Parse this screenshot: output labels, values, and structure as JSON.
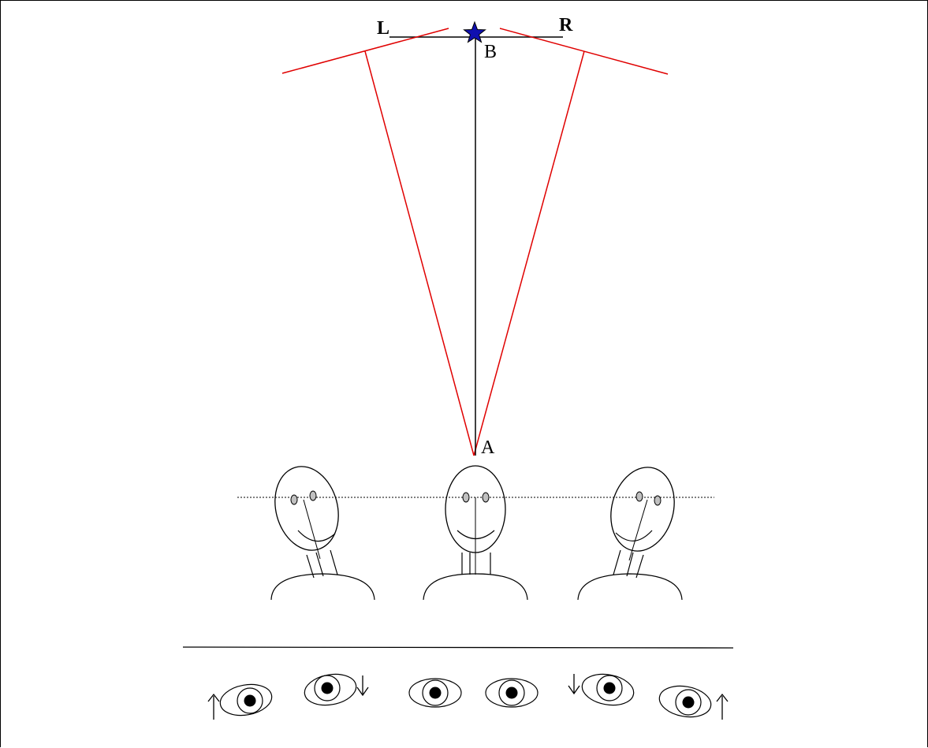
{
  "labels": {
    "left": "L",
    "right": "R",
    "point_b": "B",
    "point_a": "A"
  },
  "colors": {
    "sight_lines": "#e00000",
    "ink": "#000000",
    "star": "#1010b0",
    "eye_pupil": "#000000",
    "iris_fill": "#c0c0c0"
  },
  "icons": {
    "target": "star-icon",
    "arrows": [
      "arrow-up-icon",
      "arrow-down-icon",
      "arrow-down-icon",
      "arrow-up-icon"
    ]
  }
}
